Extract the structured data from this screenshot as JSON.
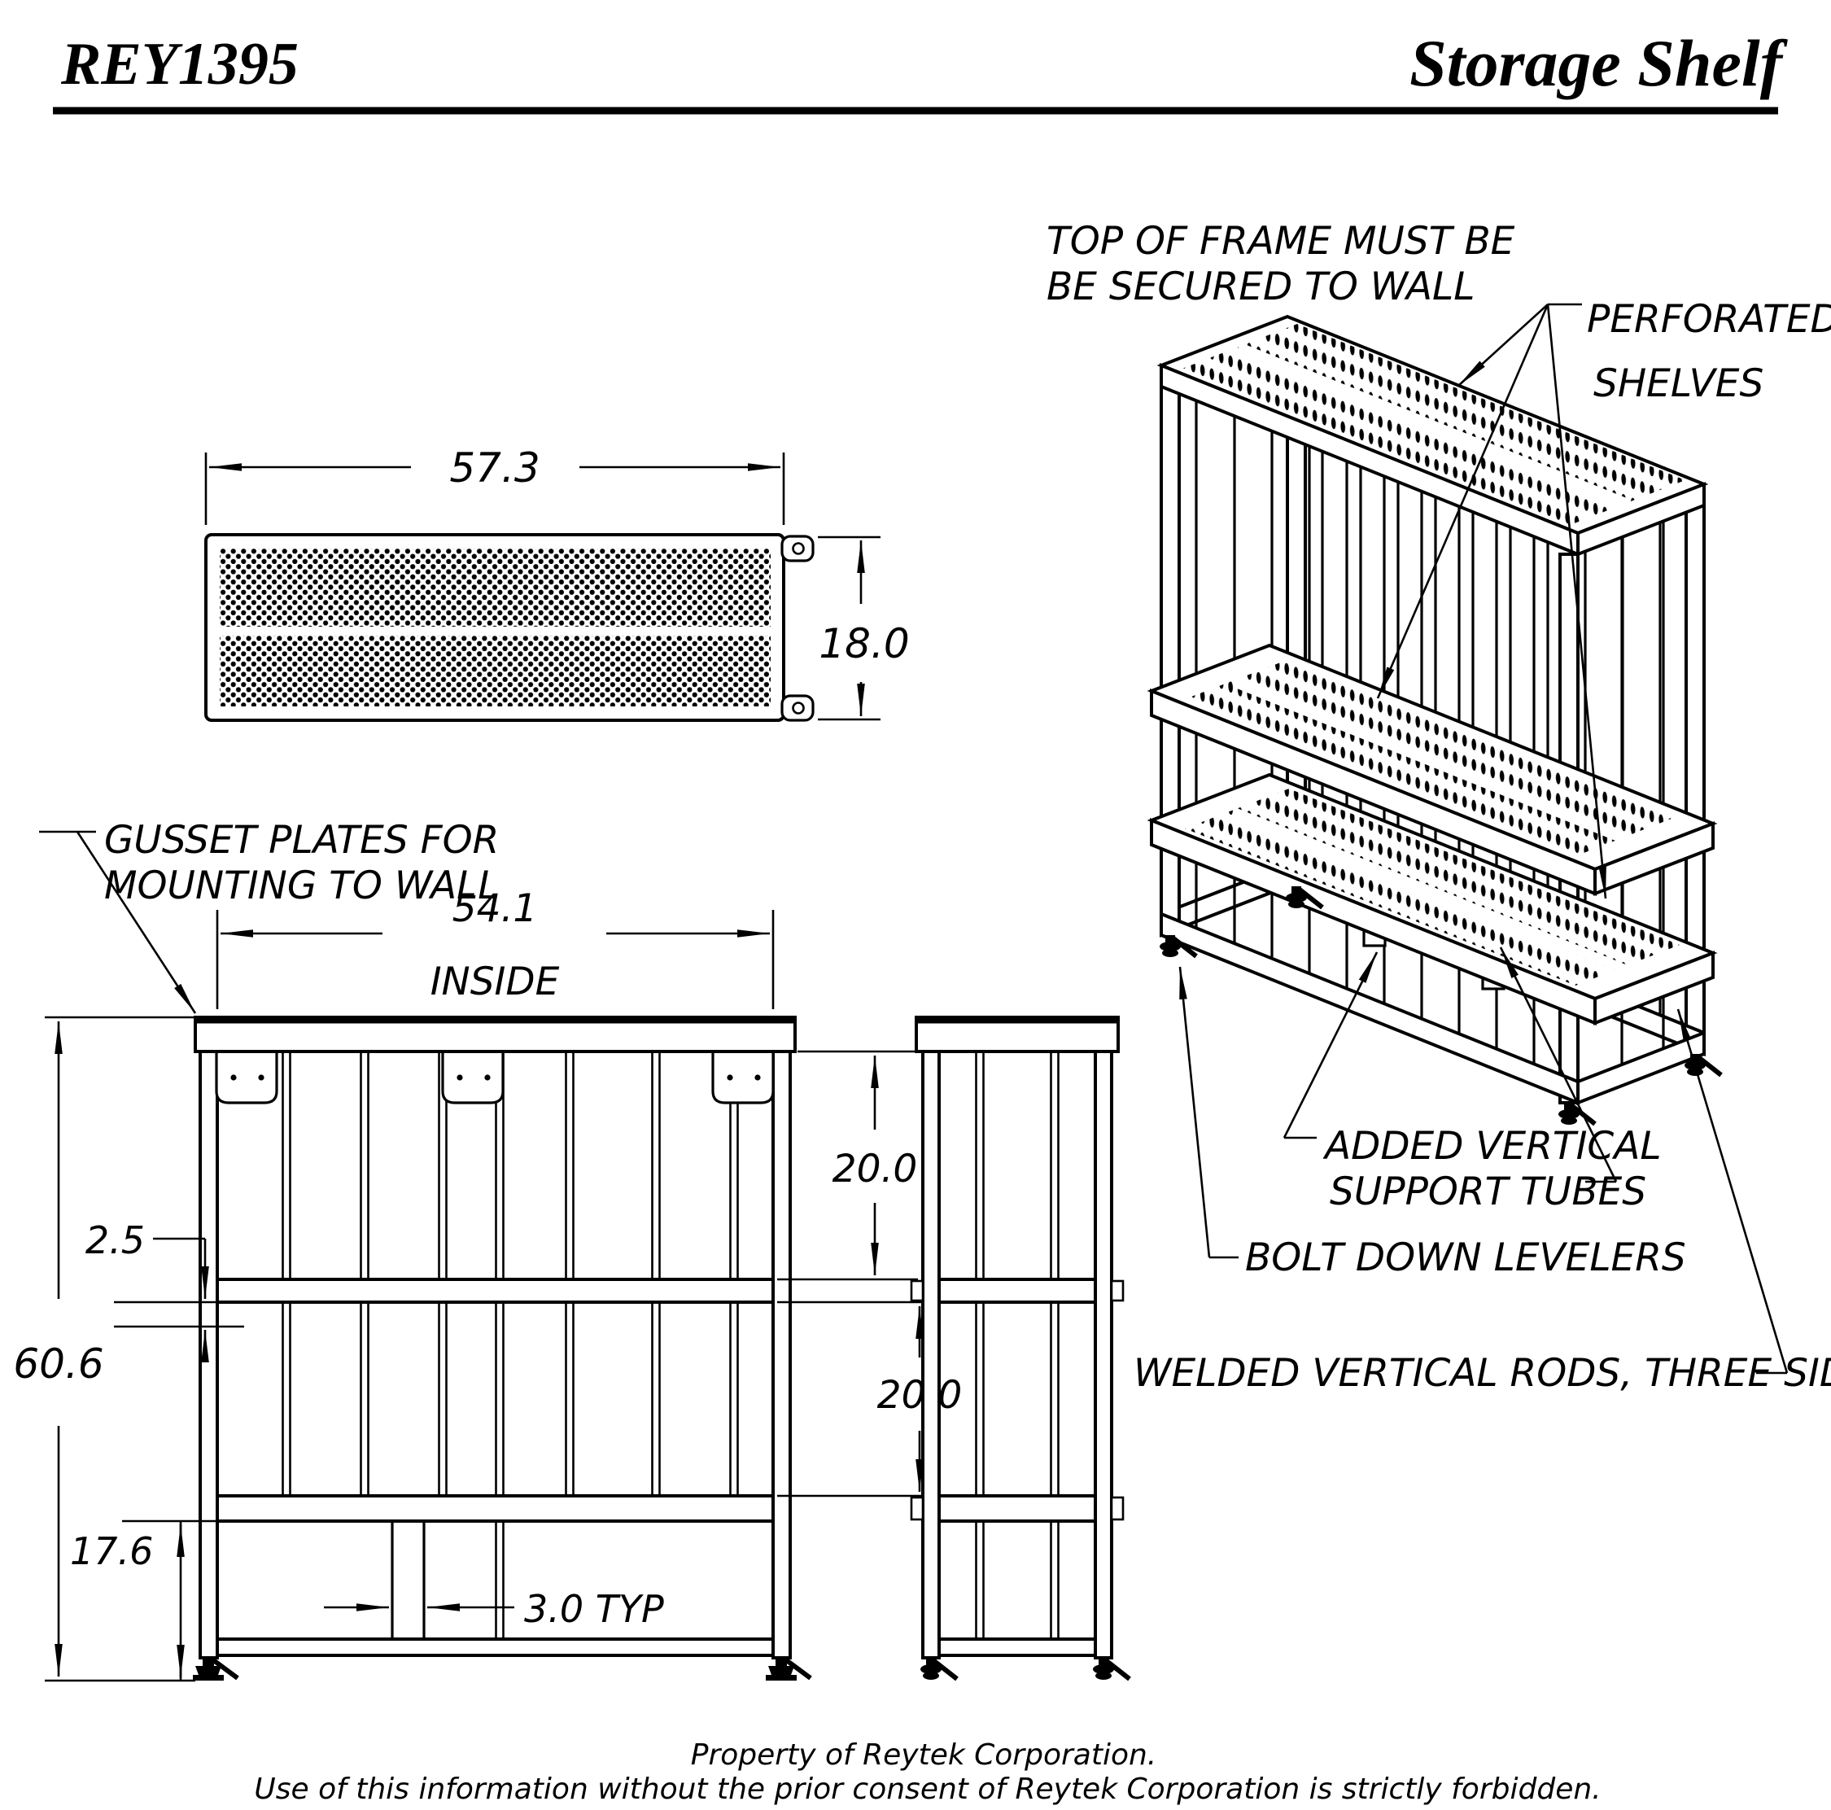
{
  "header": {
    "part_number": "REY1395",
    "title": "Storage Shelf"
  },
  "top_view": {
    "width_dim": "57.3",
    "depth_dim": "18.0"
  },
  "front_view": {
    "inside_width_dim": "54.1",
    "inside_label": "INSIDE",
    "height_dim": "60.6",
    "shelf_thickness_dim": "2.5",
    "bottom_height_dim": "17.6",
    "upper_spacing_dim": "20.0",
    "lower_spacing_dim": "20.0",
    "tube_width_dim": "3.0 TYP",
    "gusset_note_line1": "GUSSET PLATES FOR",
    "gusset_note_line2": "MOUNTING TO WALL"
  },
  "iso_view": {
    "secure_note_line1": "TOP OF FRAME MUST BE",
    "secure_note_line2": "BE SECURED TO WALL",
    "perforated_note_line1": "PERFORATED",
    "perforated_note_line2": "SHELVES",
    "tubes_note_line1": "ADDED VERTICAL",
    "tubes_note_line2": "SUPPORT TUBES",
    "levelers_note": "BOLT DOWN LEVELERS",
    "rods_note": "WELDED VERTICAL RODS, THREE SIDES"
  },
  "footer": {
    "line1": "Property of Reytek Corporation.",
    "line2": "Use of this information without the prior consent of Reytek Corporation is strictly forbidden."
  }
}
